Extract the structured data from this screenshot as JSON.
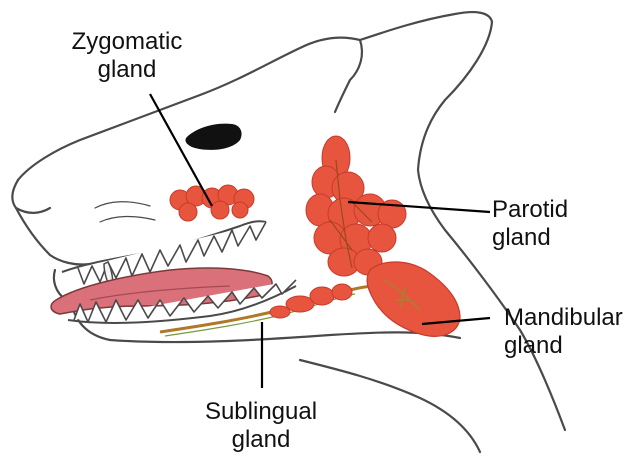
{
  "labels": {
    "zygomatic": {
      "line1": "Zygomatic",
      "line2": "gland"
    },
    "parotid": {
      "line1": "Parotid",
      "line2": "gland"
    },
    "mandibular": {
      "line1": "Mandibular",
      "line2": "gland"
    },
    "sublingual": {
      "line1": "Sublingual",
      "line2": "gland"
    }
  },
  "colors": {
    "gland": "#e8553f",
    "gland_dark": "#c73a2a",
    "outline": "#4a4a4a",
    "tongue": "#d9707a",
    "leader_line": "#000000",
    "duct": "#b0782a"
  }
}
